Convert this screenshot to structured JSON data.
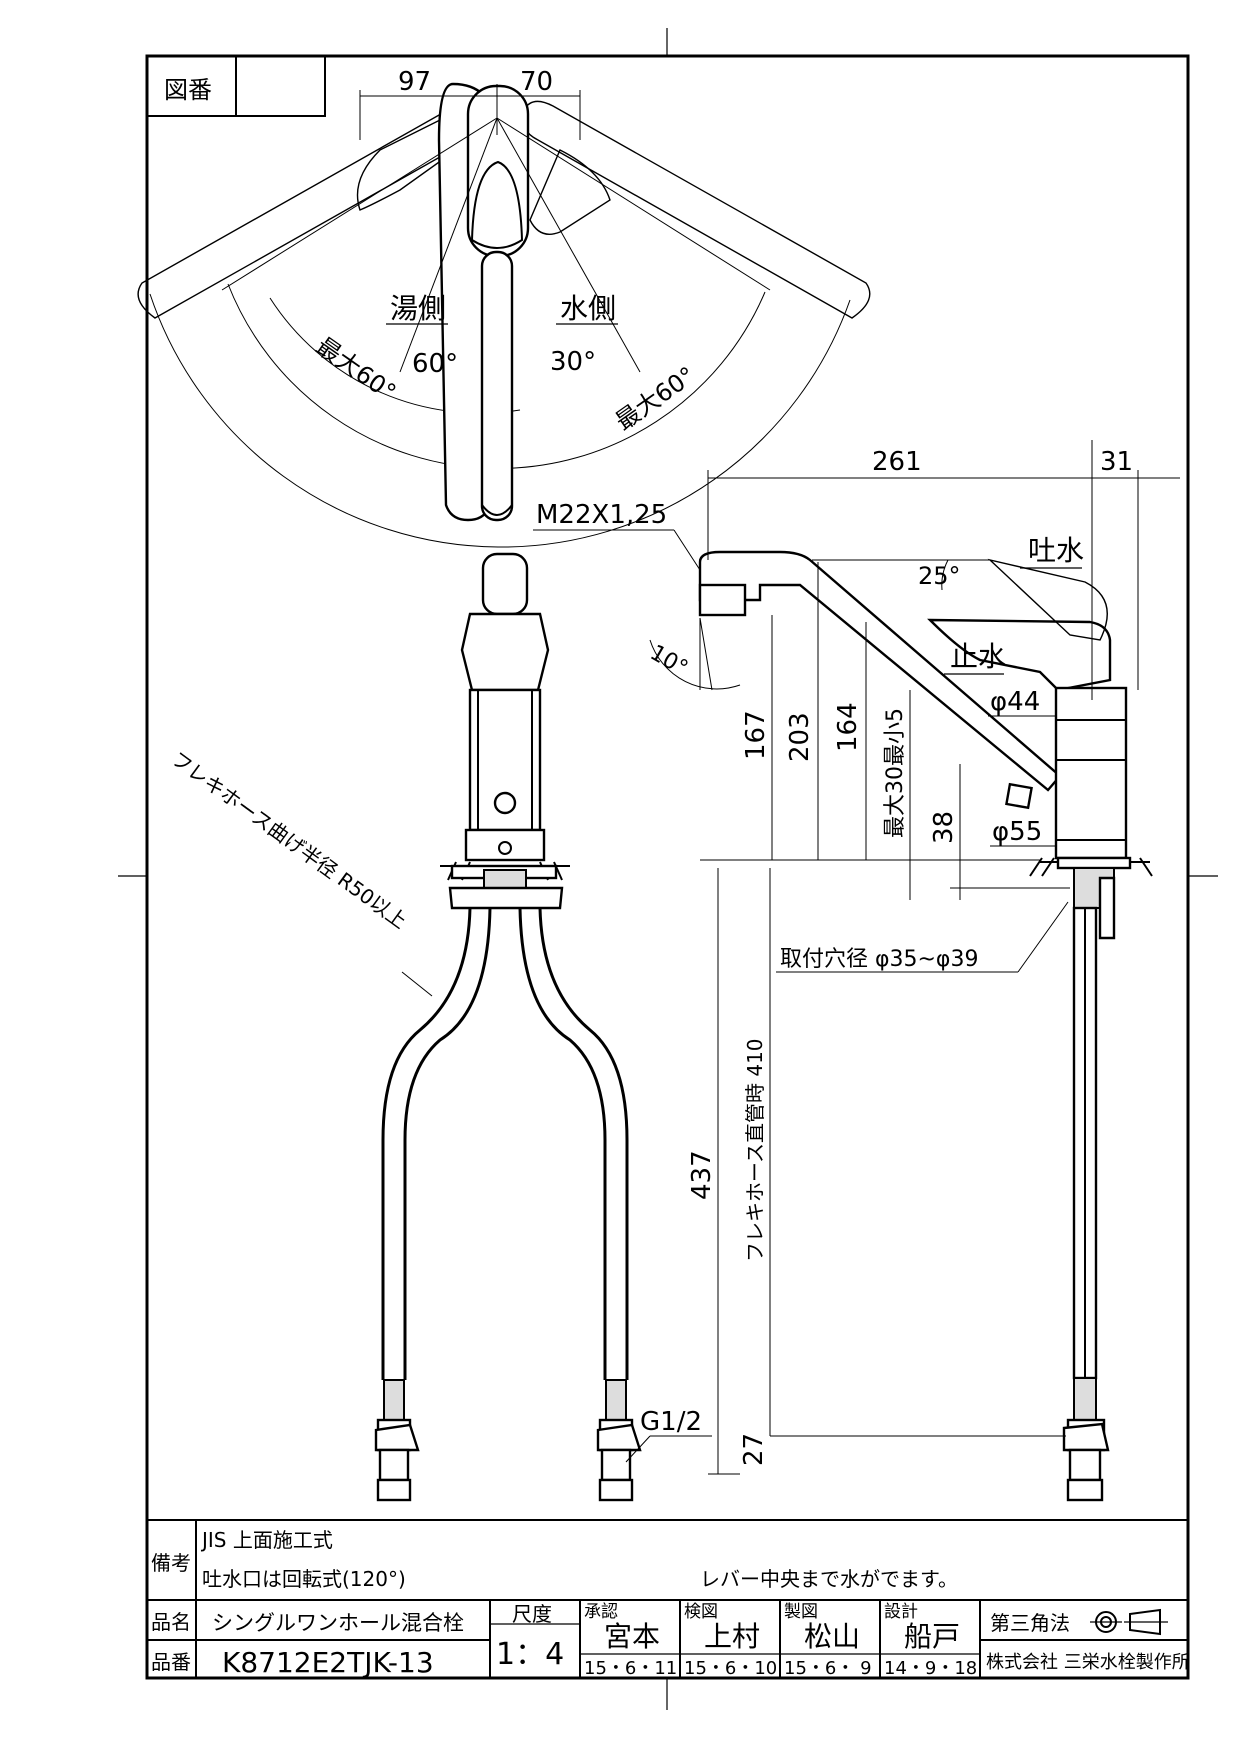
{
  "title_box": {
    "zuban_label": "図番",
    "zuban_value": ""
  },
  "top_view": {
    "dim_left": "97",
    "dim_right": "70",
    "hot_side": "湯側",
    "cold_side": "水側",
    "angle_left": "60°",
    "angle_right": "30°",
    "max_left": "最大60°",
    "max_right": "最大60°"
  },
  "front_view": {
    "hose_radius": "フレキホース曲げ半径 R50以上",
    "thread_bottom": "G1/2"
  },
  "side_view": {
    "thread": "M22X1,25",
    "dim_261": "261",
    "dim_31": "31",
    "spout_label": "吐水",
    "angle_25": "25°",
    "stop_label": "止水",
    "angle_10": "10°",
    "dia_44": "φ44",
    "dia_55": "φ55",
    "dim_167": "167",
    "dim_203": "203",
    "dim_164": "164",
    "dim_max30": "最大30最小5",
    "dim_38": "38",
    "mount_hole": "取付穴径 φ35~φ39",
    "dim_437": "437",
    "hose_straight": "フレキホース直管時 410",
    "dim_27": "27"
  },
  "notes": {
    "label": "備考",
    "line1": "JIS 上面施工式",
    "line2": "吐水口は回転式(120°)",
    "line3": "レバー中央まで水がでます。"
  },
  "title_block": {
    "hinmei_label": "品名",
    "hinmei_value": "シングルワンホール混合栓",
    "hinban_label": "品番",
    "hinban_value": "K8712E2TJK-13",
    "scale_label": "尺度",
    "scale_value": "1：4",
    "approve_label": "承認",
    "approve_name": "宮本",
    "approve_date": "15・6・11",
    "check_label": "検図",
    "check_name": "上村",
    "check_date": "15・6・10",
    "draw_label": "製図",
    "draw_name": "松山",
    "draw_date": "15・6・ 9",
    "design_label": "設計",
    "design_name": "船戸",
    "design_date": "14・9・18",
    "projection": "第三角法",
    "company": "株式会社 三栄水栓製作所"
  }
}
